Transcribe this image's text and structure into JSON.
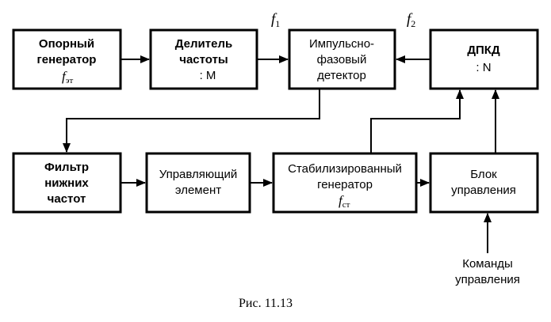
{
  "blocks": {
    "reference_osc": {
      "line1": "Опорный",
      "line2": "генератор",
      "sym": "f",
      "sub": "эт"
    },
    "divider": {
      "line1": "Делитель",
      "line2": "частоты",
      "line3": ": M"
    },
    "phase_detector": {
      "line1": "Импульсно-",
      "line2": "фазовый",
      "line3": "детектор"
    },
    "dpkd": {
      "line1": "ДПКД",
      "line2": ": N"
    },
    "lpf": {
      "line1": "Фильтр",
      "line2": "нижних",
      "line3": "частот"
    },
    "control_element": {
      "line1": "Управляющий",
      "line2": "элемент"
    },
    "stabilized_osc": {
      "line1": "Стабилизированный",
      "line2": "генератор",
      "sym": "f",
      "sub": "ст"
    },
    "control_unit": {
      "line1": "Блок",
      "line2": "управления"
    }
  },
  "signals": {
    "f1": {
      "sym": "f",
      "sub": "1"
    },
    "f2": {
      "sym": "f",
      "sub": "2"
    }
  },
  "commands": {
    "line1": "Команды",
    "line2": "управления"
  },
  "caption": "Рис. 11.13"
}
